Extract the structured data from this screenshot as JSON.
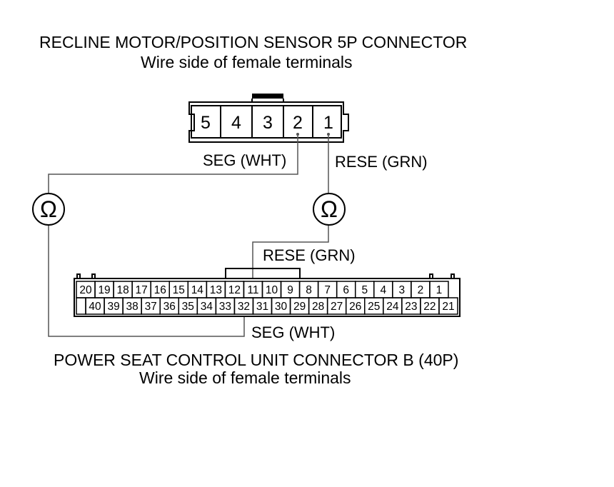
{
  "connector_a": {
    "title": "RECLINE MOTOR/POSITION SENSOR 5P CONNECTOR",
    "subtitle": "Wire side of female terminals",
    "pins": [
      "5",
      "4",
      "3",
      "2",
      "1"
    ]
  },
  "connector_b": {
    "title": "POWER SEAT CONTROL UNIT CONNECTOR B (40P)",
    "subtitle": "Wire side of female terminals",
    "top_row": [
      "20",
      "19",
      "18",
      "17",
      "16",
      "15",
      "14",
      "13",
      "12",
      "11",
      "10",
      "9",
      "8",
      "7",
      "6",
      "5",
      "4",
      "3",
      "2",
      "1"
    ],
    "bottom_row": [
      "",
      "40",
      "39",
      "38",
      "37",
      "36",
      "35",
      "34",
      "33",
      "32",
      "31",
      "30",
      "29",
      "28",
      "27",
      "26",
      "25",
      "24",
      "23",
      "22",
      "21"
    ]
  },
  "wires": {
    "seg_top": "SEG (WHT)",
    "rese_top": "RESE (GRN)",
    "rese_bottom": "RESE (GRN)",
    "seg_bottom": "SEG (WHT)"
  },
  "meters": {
    "symbol": "Ω"
  },
  "colors": {
    "line": "#000000",
    "wire": "#555555",
    "background": "#ffffff"
  }
}
